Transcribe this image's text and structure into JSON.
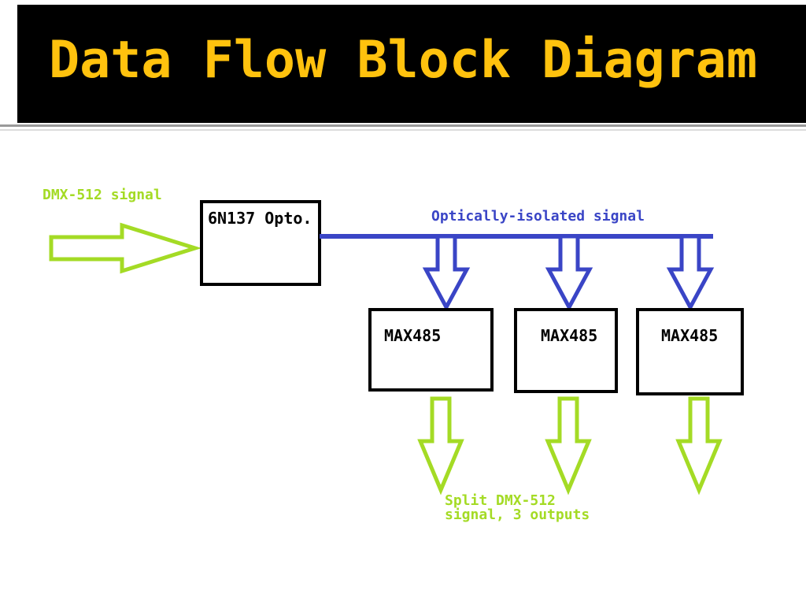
{
  "slide": {
    "title": "Data Flow Block Diagram"
  },
  "diagram": {
    "input_label": "DMX-512 signal",
    "opto_box_label": "6N137 Opto.",
    "isolated_label": "Optically-isolated signal",
    "max485_boxes": [
      "MAX485",
      "MAX485",
      "MAX485"
    ],
    "output_label_line1": "Split DMX-512",
    "output_label_line2": "signal, 3 outputs"
  },
  "colors": {
    "title": "#FFC20E",
    "header-bg": "#000000",
    "green": "#A4DB25",
    "blue": "#3A45C6",
    "box-border": "#000000"
  }
}
